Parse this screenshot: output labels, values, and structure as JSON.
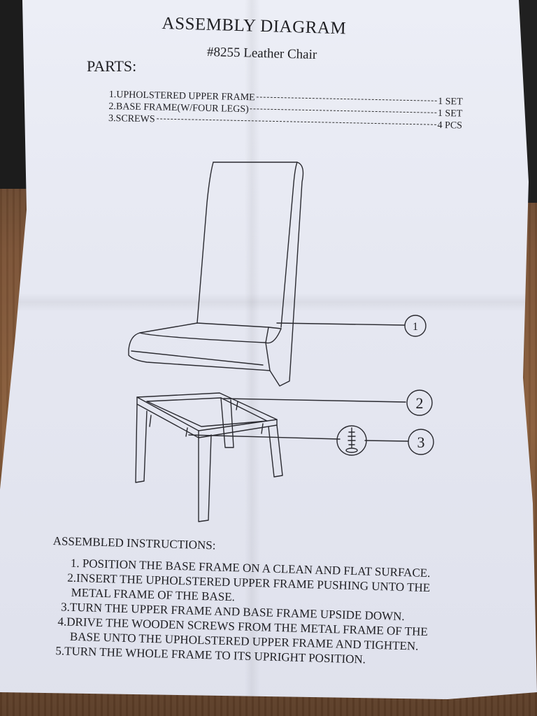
{
  "document": {
    "title": "ASSEMBLY DIAGRAM",
    "subtitle": "#8255  Leather Chair",
    "parts_heading": "PARTS:",
    "parts": [
      {
        "label": "1.UPHOLSTERED UPPER FRAME",
        "qty": "1 SET"
      },
      {
        "label": "2.BASE FRAME(W/FOUR LEGS)",
        "qty": "1 SET"
      },
      {
        "label": "3.SCREWS",
        "qty": "4 PCS"
      }
    ],
    "callouts": [
      "1",
      "2",
      "3"
    ],
    "instructions_heading": "ASSEMBLED INSTRUCTIONS:",
    "instructions": [
      "1. POSITION THE BASE FRAME ON A CLEAN AND FLAT SURFACE.",
      "2.INSERT THE UPHOLSTERED UPPER FRAME PUSHING UNTO THE",
      "METAL FRAME OF THE BASE.",
      "3.TURN THE UPPER FRAME AND BASE FRAME UPSIDE DOWN.",
      "4.DRIVE THE WOODEN SCREWS FROM THE METAL FRAME OF THE",
      "BASE UNTO THE UPHOLSTERED UPPER FRAME AND TIGHTEN.",
      "5.TURN THE WHOLE FRAME TO ITS UPRIGHT POSITION."
    ]
  },
  "colors": {
    "paper": "#e5e7f1",
    "ink": "#1e1e22",
    "table": "#7a5235"
  }
}
